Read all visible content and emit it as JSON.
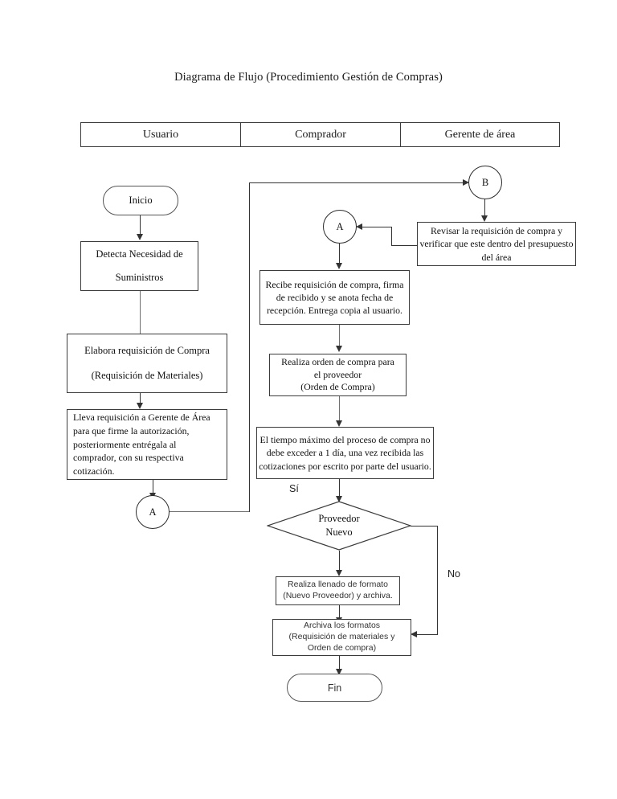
{
  "document": {
    "title": "Diagrama de Flujo (Procedimiento Gestión de Compras)"
  },
  "lanes": {
    "headers": [
      {
        "label": "Usuario"
      },
      {
        "label": "Comprador"
      },
      {
        "label": "Gerente de área"
      }
    ]
  },
  "nodes": {
    "inicio": {
      "label": "Inicio",
      "shape": "terminator",
      "lane": "Usuario"
    },
    "detecta": {
      "line1": "Detecta Necesidad de",
      "line2": "Suministros",
      "shape": "process",
      "lane": "Usuario"
    },
    "elabora": {
      "line1": "Elabora requisición de Compra",
      "line2": "(Requisición de Materiales)",
      "shape": "process",
      "lane": "Usuario"
    },
    "lleva": {
      "text": "Lleva requisición a Gerente de Área para que firme la autorización, posteriormente entrégala al comprador, con su respectiva cotización.",
      "shape": "process",
      "lane": "Usuario"
    },
    "conector_a_usuario": {
      "label": "A",
      "shape": "connector",
      "lane": "Usuario"
    },
    "conector_b": {
      "label": "B",
      "shape": "connector",
      "lane": "Gerente de área"
    },
    "revisar": {
      "text": "Revisar la requisición de compra y verificar que este dentro del presupuesto del área",
      "shape": "process",
      "lane": "Gerente de área"
    },
    "conector_a_comprador": {
      "label": "A",
      "shape": "connector",
      "lane": "Comprador"
    },
    "recibe": {
      "text": "Recibe requisición de compra, firma de recibido y se anota fecha de recepción. Entrega copia al usuario.",
      "shape": "process",
      "lane": "Comprador"
    },
    "orden": {
      "line1": "Realiza orden de compra para",
      "line2": "el proveedor",
      "line3": "(Orden de Compra)",
      "shape": "process",
      "lane": "Comprador"
    },
    "tiempo": {
      "text": "El tiempo máximo del proceso de compra no debe exceder a 1 día, una vez recibida las cotizaciones por escrito por parte del usuario.",
      "shape": "process",
      "lane": "Comprador"
    },
    "decision": {
      "line1": "Proveedor",
      "line2": "Nuevo",
      "shape": "decision",
      "lane": "Comprador"
    },
    "formato": {
      "line1": "Realiza llenado de formato",
      "line2": "(Nuevo Proveedor) y archiva.",
      "shape": "process",
      "lane": "Comprador"
    },
    "archiva": {
      "line1": "Archiva los formatos",
      "line2": "(Requisición de materiales  y",
      "line3": "Orden de compra)",
      "shape": "process",
      "lane": "Comprador"
    },
    "fin": {
      "label": "Fin",
      "shape": "terminator",
      "lane": "Comprador"
    }
  },
  "edges": {
    "si_label": "Sí",
    "no_label": "No"
  },
  "colors": {
    "stroke": "#333333",
    "box_border": "#3b3b3b",
    "terminator_border": "#555555",
    "text": "#111111",
    "background": "#ffffff"
  }
}
